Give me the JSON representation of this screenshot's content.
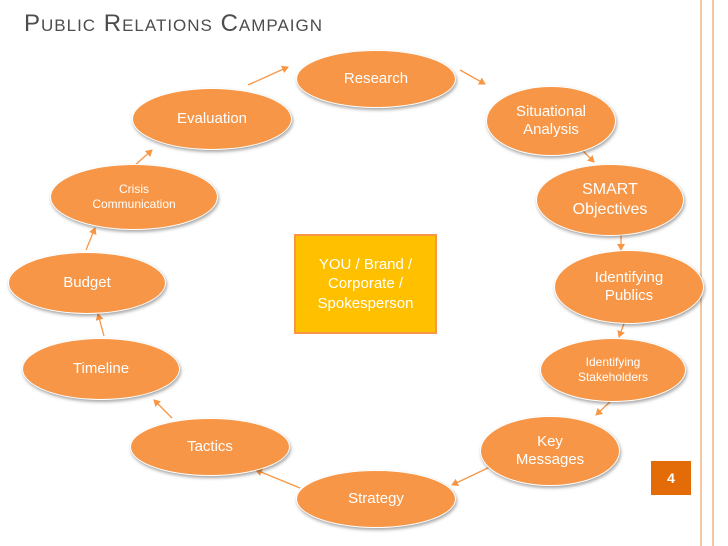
{
  "slide": {
    "title": "Public Relations Campaign",
    "page_number": "4"
  },
  "diagram": {
    "center_label": "YOU / Brand /\nCorporate /\nSpokesperson",
    "nodes": [
      {
        "id": "research",
        "label": "Research"
      },
      {
        "id": "situational-analysis",
        "label": "Situational\nAnalysis"
      },
      {
        "id": "smart-objectives",
        "label": "SMART\nObjectives"
      },
      {
        "id": "identifying-publics",
        "label": "Identifying\nPublics"
      },
      {
        "id": "identifying-stakeholders",
        "label": "Identifying\nStakeholders"
      },
      {
        "id": "key-messages",
        "label": "Key\nMessages"
      },
      {
        "id": "strategy",
        "label": "Strategy"
      },
      {
        "id": "tactics",
        "label": "Tactics"
      },
      {
        "id": "timeline",
        "label": "Timeline"
      },
      {
        "id": "budget",
        "label": "Budget"
      },
      {
        "id": "crisis-communication",
        "label": "Crisis\nCommunication"
      },
      {
        "id": "evaluation",
        "label": "Evaluation"
      }
    ]
  },
  "colors": {
    "node_fill": "#f79646",
    "center_fill": "#ffc000",
    "arrow": "#f79646",
    "badge": "#e36c09"
  }
}
